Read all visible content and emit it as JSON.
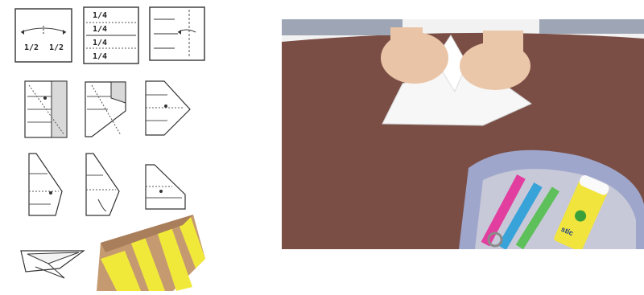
{
  "instructions": {
    "step1": {
      "half_left": "1/2",
      "half_right": "1/2"
    },
    "step2": {
      "quarters": [
        "1/4",
        "1/4",
        "1/4",
        "1/4"
      ]
    }
  },
  "photo": {
    "glue_stick_label": "stic"
  },
  "colors": {
    "table": "#7a4e45",
    "wall": "#f2f2f2",
    "paper": "#f7f7f7",
    "pencil_case": "#9fa6cc",
    "glue_stick": "#f1e43c",
    "stripe_yellow": "#f1e93a",
    "stripe_tan": "#c69a70"
  }
}
